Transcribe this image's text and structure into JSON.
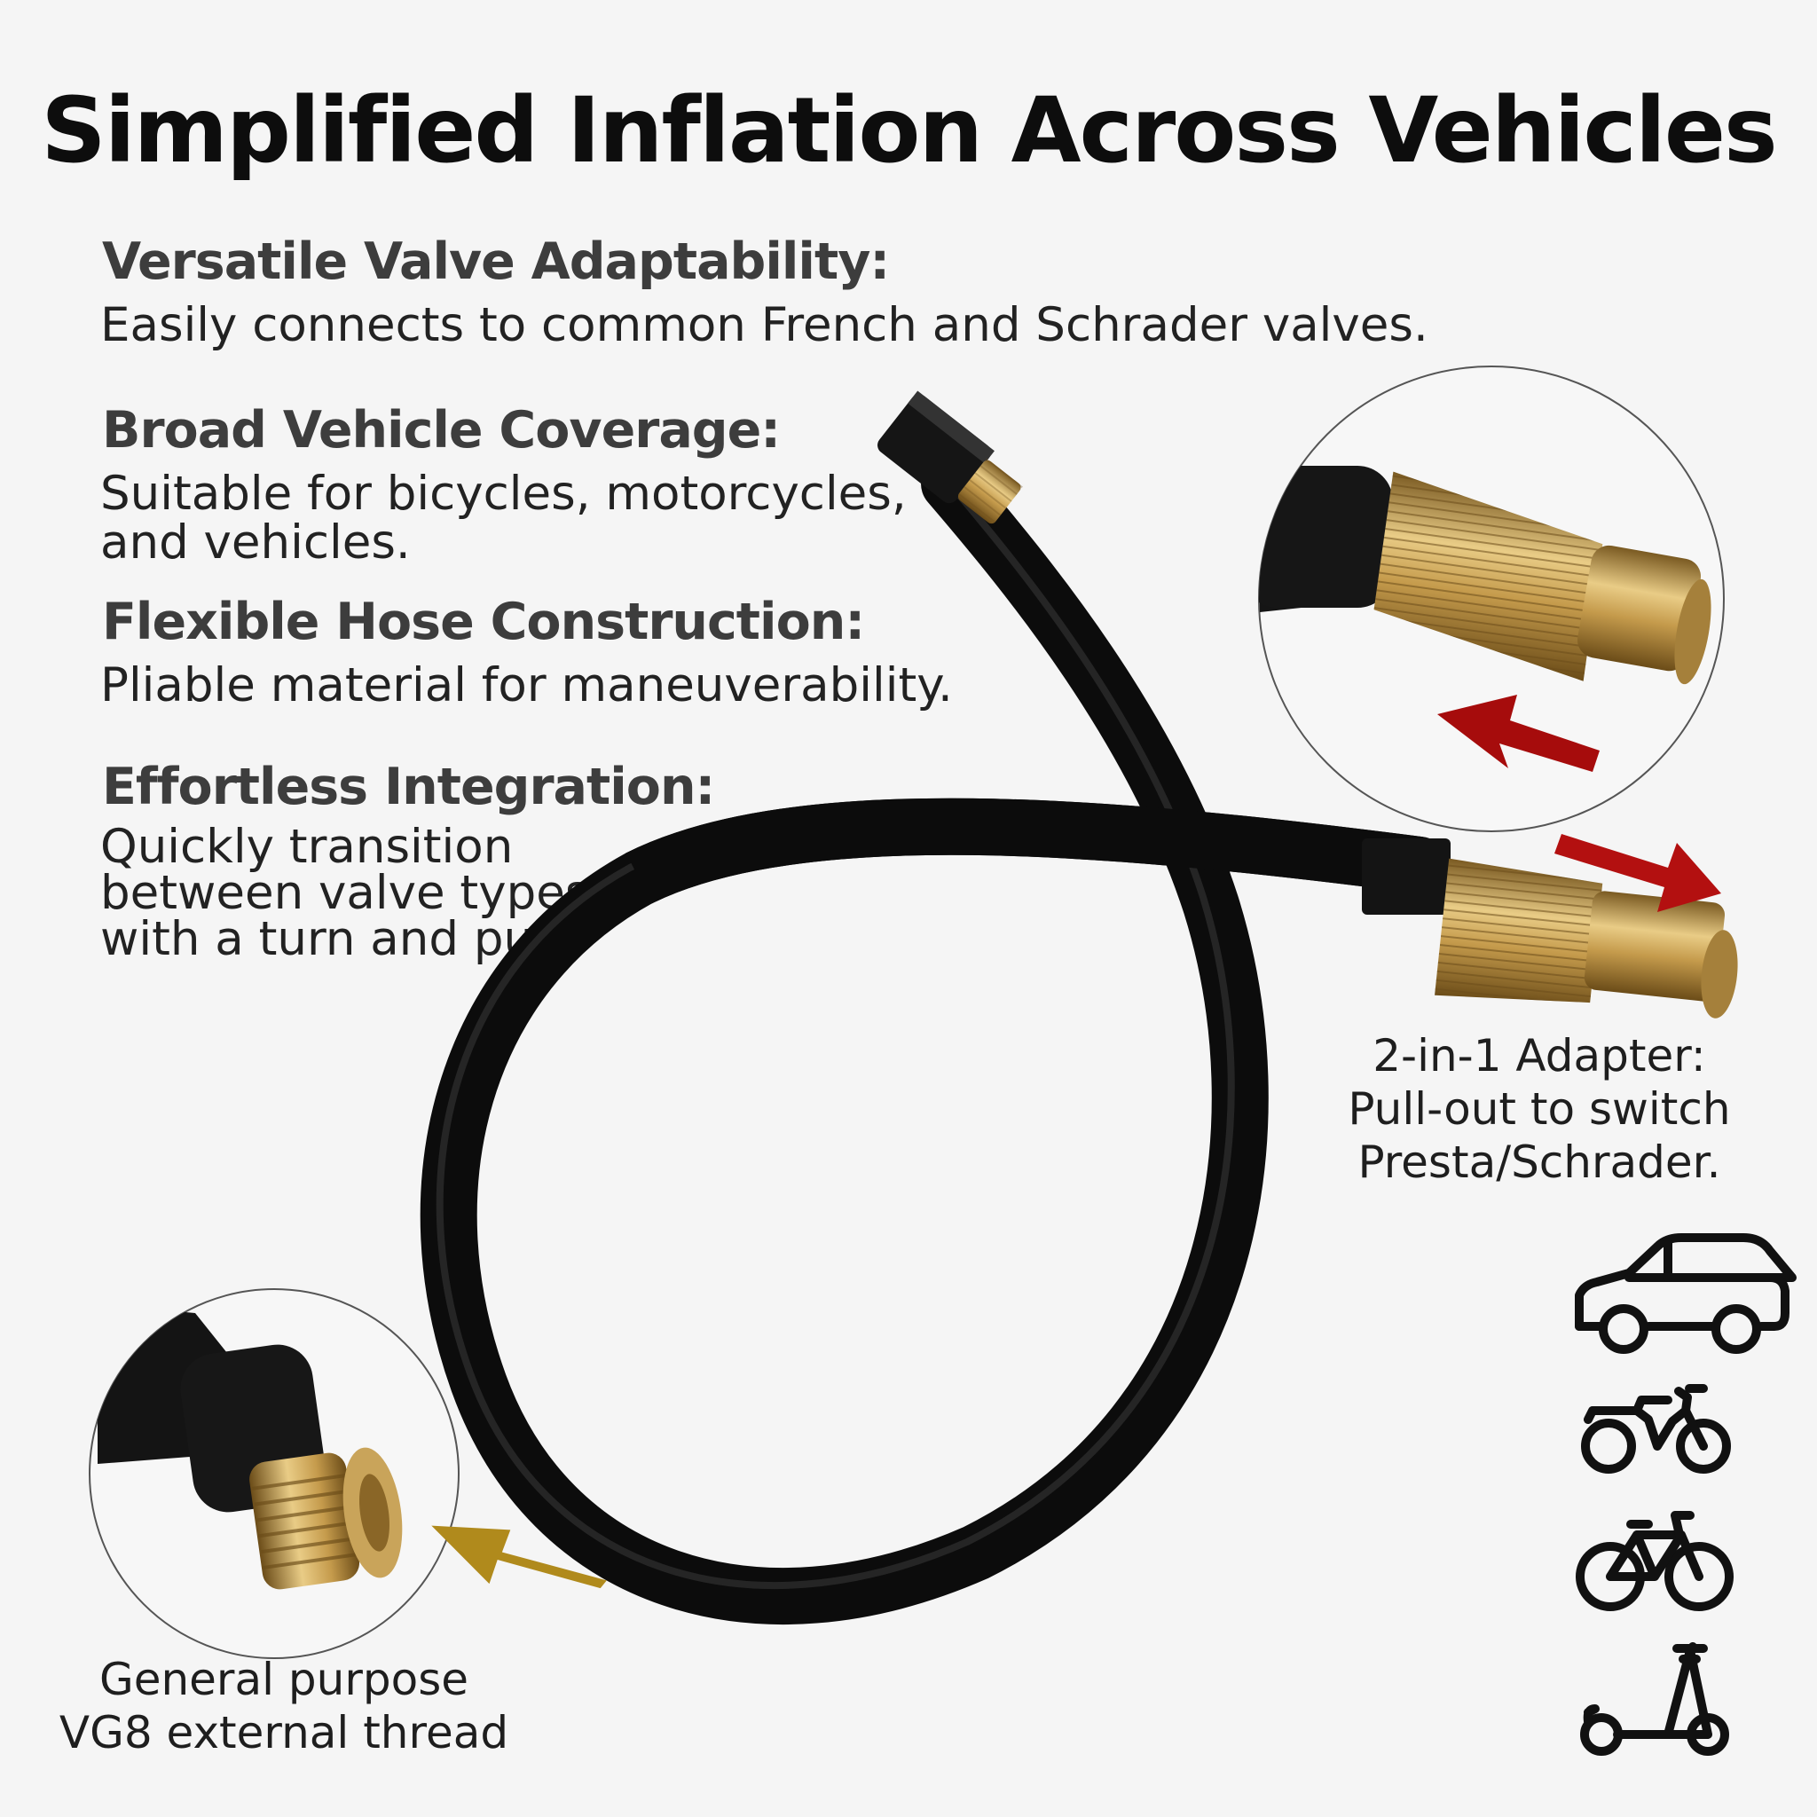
{
  "title": "Simplified Inflation Across Vehicles",
  "features": [
    {
      "heading": "Versatile Valve Adaptability:",
      "lines": [
        "Easily connects to common French and Schrader valves."
      ]
    },
    {
      "heading": "Broad Vehicle Coverage:",
      "lines": [
        "Suitable for bicycles, motorcycles,",
        "and vehicles."
      ]
    },
    {
      "heading": "Flexible Hose Construction:",
      "lines": [
        "Pliable material for maneuverability."
      ]
    },
    {
      "heading": "Effortless Integration:",
      "lines": [
        "Quickly transition",
        "between valve types",
        "with a turn and pull."
      ]
    }
  ],
  "adapter_caption": [
    "2-in-1 Adapter:",
    "Pull-out to switch",
    "Presta/Schrader."
  ],
  "thread_caption": [
    "General purpose",
    "VG8 external thread"
  ],
  "vehicle_icons": [
    "car-icon",
    "motorcycle-icon",
    "bicycle-icon",
    "scooter-icon"
  ],
  "colors": {
    "hose": "#111111",
    "brass": "#c9a45a",
    "red_arrow": "#b31010",
    "gold_arrow": "#b08a1c"
  }
}
